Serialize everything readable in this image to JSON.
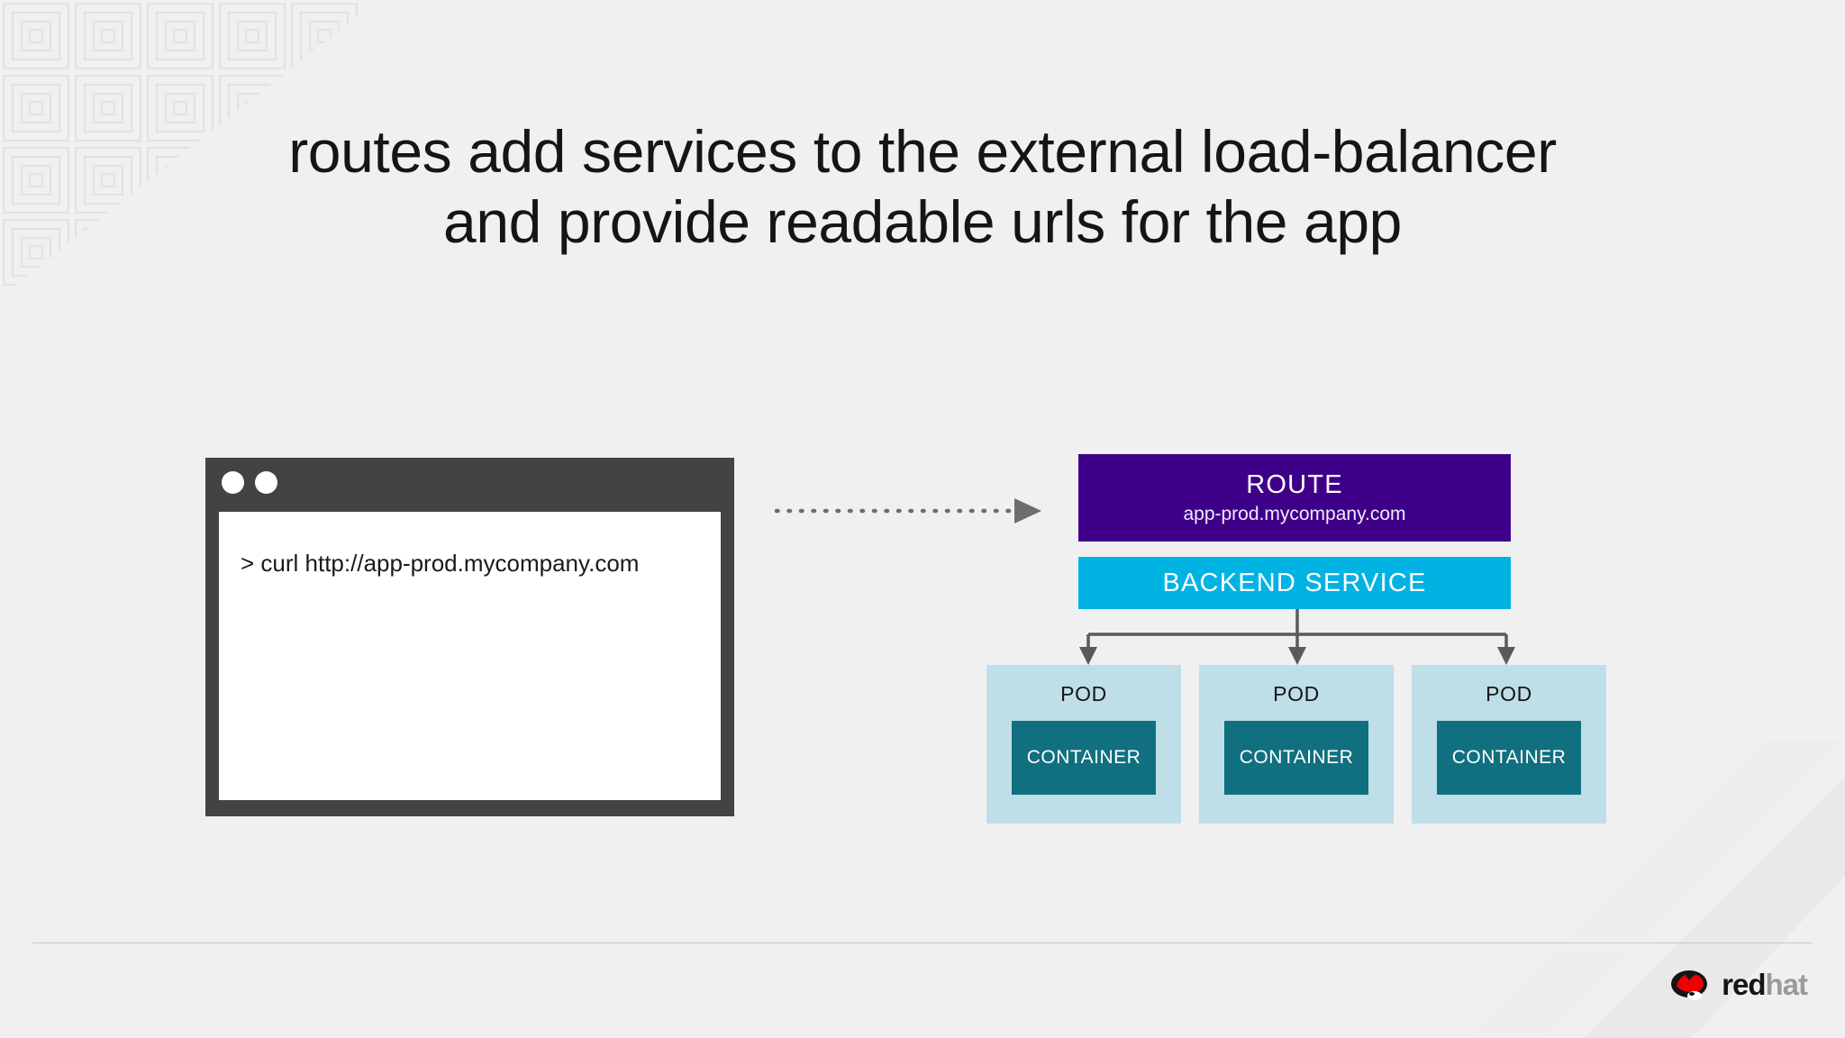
{
  "slide": {
    "background_color": "#f0f0f0",
    "title_line1": "routes add services to the external load-balancer",
    "title_line2": "and provide readable urls for the app"
  },
  "terminal": {
    "command": "> curl http://app-prod.mycompany.com",
    "chrome_color": "#434343",
    "screen_color": "#ffffff",
    "dot_count": 2
  },
  "flow": {
    "arrow_style": "dotted-right-arrow",
    "arrow_color": "#6e6e6e"
  },
  "diagram": {
    "route": {
      "title": "ROUTE",
      "subtitle": "app-prod.mycompany.com",
      "color": "#3f0089"
    },
    "backend_service": {
      "label": "BACKEND SERVICE",
      "color": "#00b3e3"
    },
    "pods": [
      {
        "label": "POD",
        "container_label": "CONTAINER"
      },
      {
        "label": "POD",
        "container_label": "CONTAINER"
      },
      {
        "label": "POD",
        "container_label": "CONTAINER"
      }
    ],
    "pod_color": "#bedee8",
    "container_color": "#10707f",
    "connector_color": "#5a5a5a"
  },
  "footer": {
    "brand_red": "red",
    "brand_hat": "hat",
    "logo_color": "#e00",
    "rule_color": "#c9c9c9"
  }
}
